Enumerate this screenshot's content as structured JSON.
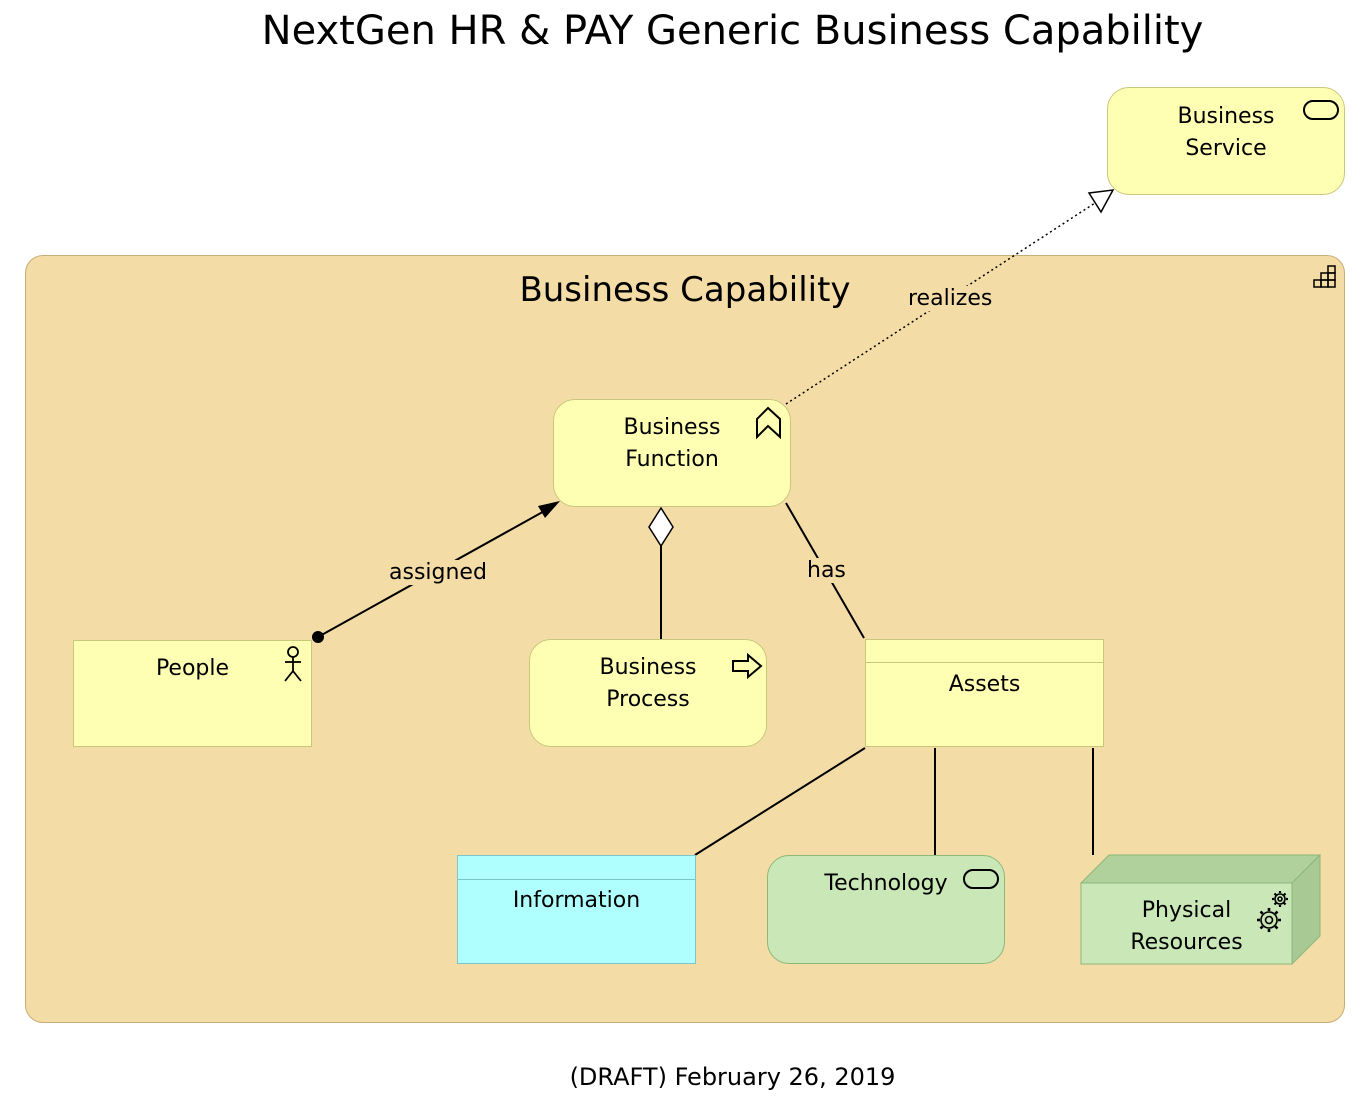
{
  "title": "NextGen HR & PAY Generic Business Capability",
  "footer": "(DRAFT) February 26, 2019",
  "container": {
    "label": "Business Capability",
    "icon": "capability-icon"
  },
  "nodes": {
    "business_service": {
      "label": "Business\nService",
      "icon": "service-icon"
    },
    "business_function": {
      "label": "Business\nFunction",
      "icon": "function-icon"
    },
    "people": {
      "label": "People",
      "icon": "actor-icon"
    },
    "business_process": {
      "label": "Business\nProcess",
      "icon": "process-arrow-icon"
    },
    "assets": {
      "label": "Assets",
      "icon": "object-icon"
    },
    "information": {
      "label": "Information",
      "icon": "object-icon"
    },
    "technology": {
      "label": "Technology",
      "icon": "service-icon"
    },
    "physical_resources": {
      "label": "Physical\nResources",
      "icon": "gears-icon"
    }
  },
  "relations": {
    "realizes": "realizes",
    "assigned": "assigned",
    "has": "has"
  },
  "colors": {
    "container_fill": "#f4dca6",
    "business_fill": "#ffffb4",
    "information_fill": "#b0ffff",
    "technology_fill": "#c9e7b7",
    "physical_fill": "#c9e7b7"
  }
}
